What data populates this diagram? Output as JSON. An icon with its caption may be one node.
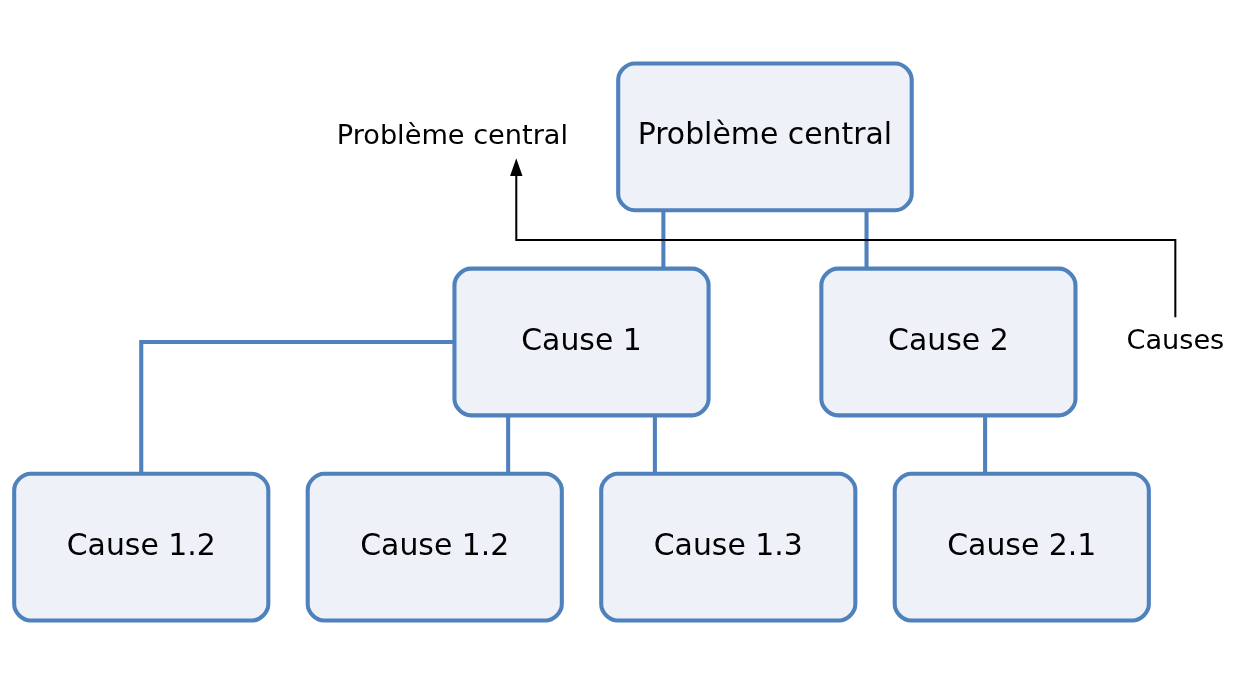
{
  "diagram": {
    "nodes": [
      {
        "text": [
          "Problème central"
        ]
      },
      {
        "text": [
          "Cause 1"
        ]
      },
      {
        "text": [
          "Cause 2"
        ]
      },
      {
        "text": [
          "Cause 1.2"
        ]
      },
      {
        "text": [
          "Cause 1.2"
        ]
      },
      {
        "text": [
          "Cause 1.3"
        ]
      },
      {
        "text": [
          "Cause 2.1"
        ]
      },
      {
        "text": [
          "Problème central"
        ]
      },
      {
        "text": [
          "Causes"
        ]
      }
    ],
    "edges": [
      {
        "from": 0,
        "to": 1,
        "arrow": "none"
      },
      {
        "from": 0,
        "to": 2,
        "arrow": "none"
      },
      {
        "from": 1,
        "to": 3,
        "arrow": "none"
      },
      {
        "from": 1,
        "to": 4,
        "arrow": "none"
      },
      {
        "from": 1,
        "to": 5,
        "arrow": "none"
      },
      {
        "from": 2,
        "to": 6,
        "arrow": "none"
      },
      {
        "from": 8,
        "to": 7,
        "arrow": "to",
        "color": "#000000"
      }
    ]
  }
}
